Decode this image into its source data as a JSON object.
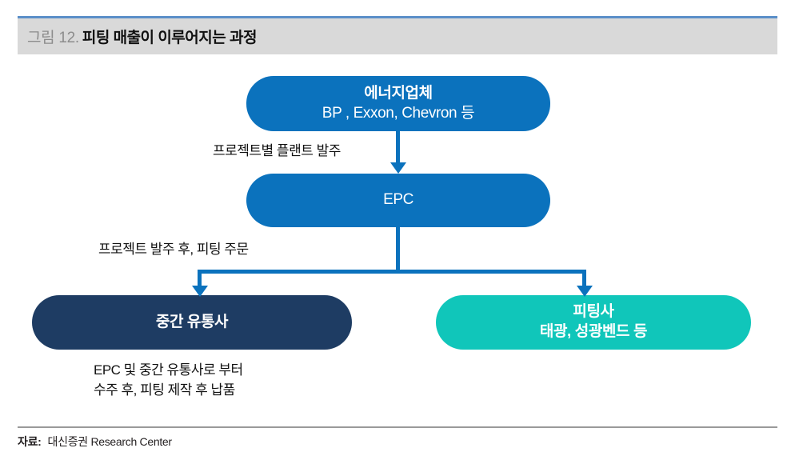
{
  "header": {
    "figure_number": "그림 12.",
    "title": "피팅 매출이 이루어지는 과정",
    "band_color": "#d9d9d9",
    "rule_color": "#5b8fc9"
  },
  "diagram": {
    "type": "flowchart",
    "nodes": [
      {
        "id": "energy",
        "line1": "에너지업체",
        "line2": "BP , Exxon, Chevron 등",
        "color": "#0b72bd",
        "shape": "rounded-pill"
      },
      {
        "id": "epc",
        "line1": "EPC",
        "line2": "",
        "color": "#0b72bd",
        "shape": "rounded-pill"
      },
      {
        "id": "distributor",
        "line1": "중간 유통사",
        "line2": "",
        "color": "#1e3c63",
        "shape": "rounded-pill"
      },
      {
        "id": "fitting",
        "line1": "피팅사",
        "line2": "태광, 성광벤드 등",
        "color": "#10c6ba",
        "shape": "rounded-pill"
      }
    ],
    "connectors": [
      {
        "from": "energy",
        "to": "epc",
        "label": "프로젝트별 플랜트 발주",
        "color": "#0b72bd"
      },
      {
        "from": "epc",
        "to": "distributor",
        "label": "프로젝트 발주 후, 피팅 주문",
        "color": "#0b72bd"
      },
      {
        "from": "epc",
        "to": "fitting",
        "label": "",
        "color": "#0b72bd"
      }
    ],
    "notes": [
      {
        "target": "distributor",
        "line1": "EPC 및 중간 유통사로 부터",
        "line2": "수주 후, 피팅 제작 후 납품"
      }
    ]
  },
  "footer": {
    "label": "자료:",
    "source": "대신증권 Research Center"
  }
}
